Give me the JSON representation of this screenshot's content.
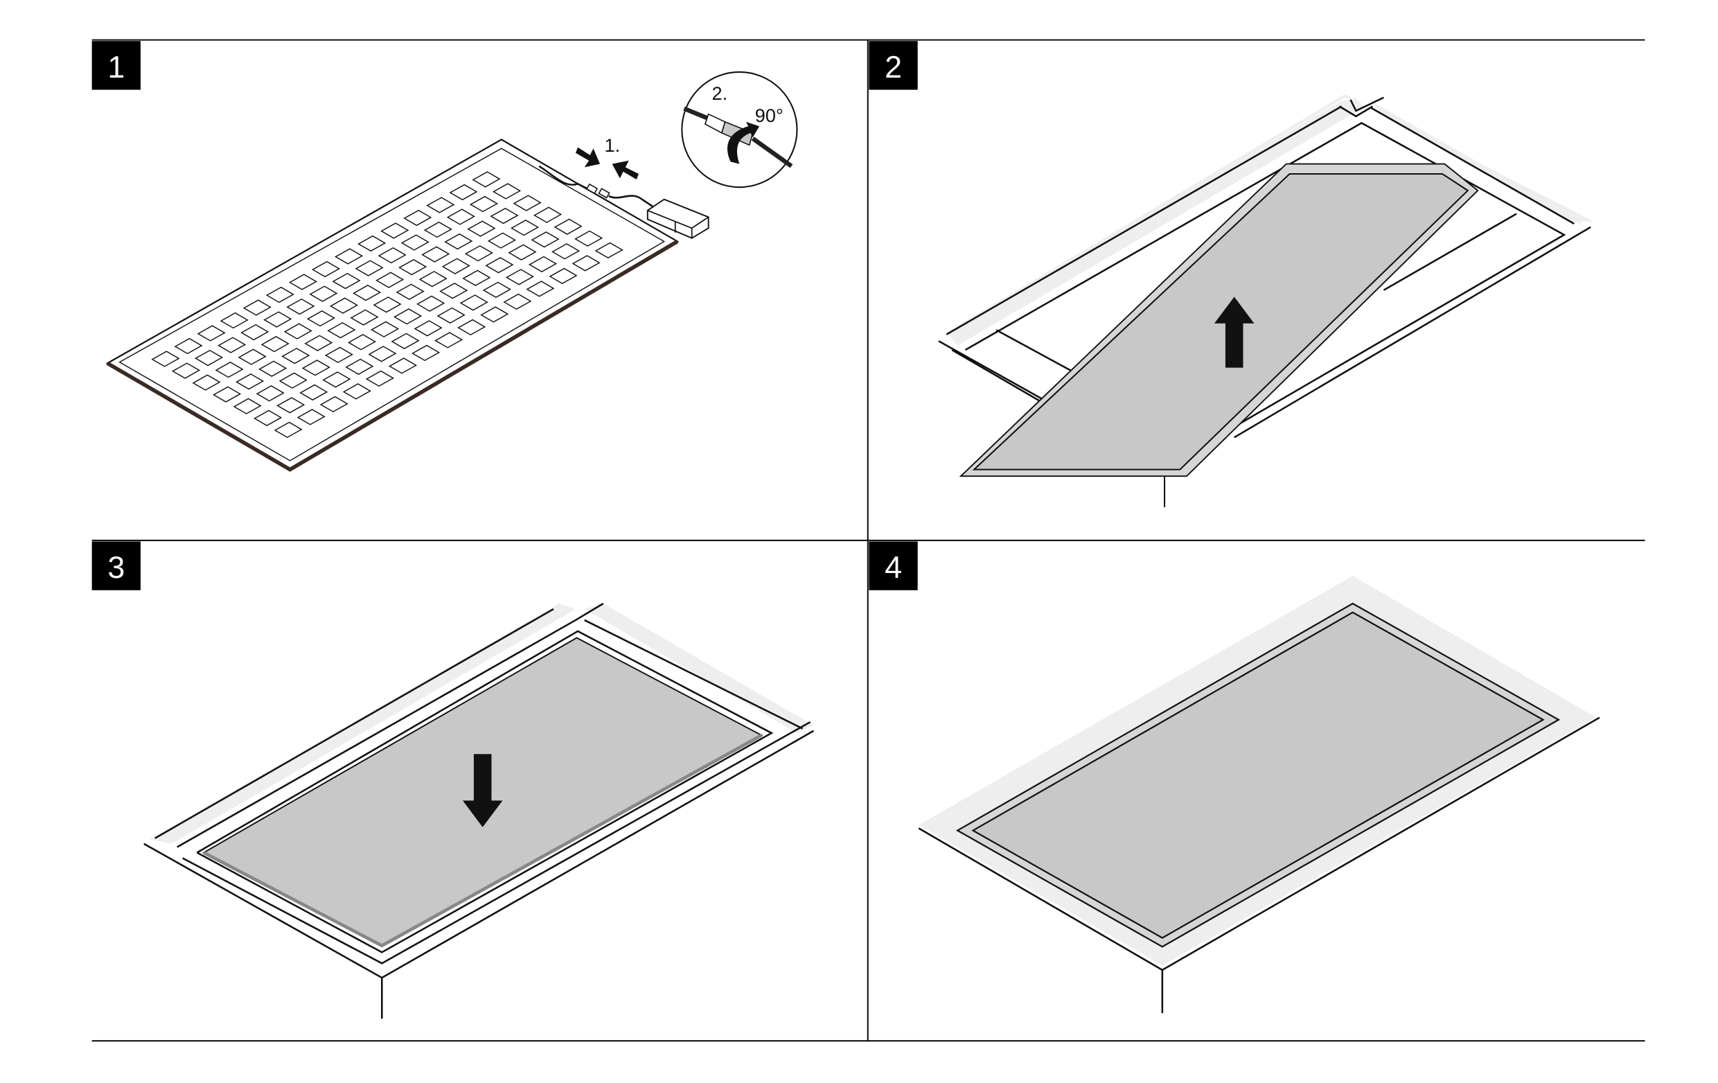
{
  "steps": [
    {
      "number": "1",
      "callout_1": "1.",
      "callout_2": "2.",
      "rotation": "90°"
    },
    {
      "number": "2"
    },
    {
      "number": "3"
    },
    {
      "number": "4"
    }
  ],
  "colors": {
    "panel_fill": "#c8c8c9",
    "ceiling_band": "#eeeeee",
    "ink": "#111111",
    "badge": "#000000"
  },
  "icons": [
    "arrow-up-icon",
    "arrow-down-icon",
    "push-arrows-icon",
    "rotate-arrow-icon"
  ]
}
